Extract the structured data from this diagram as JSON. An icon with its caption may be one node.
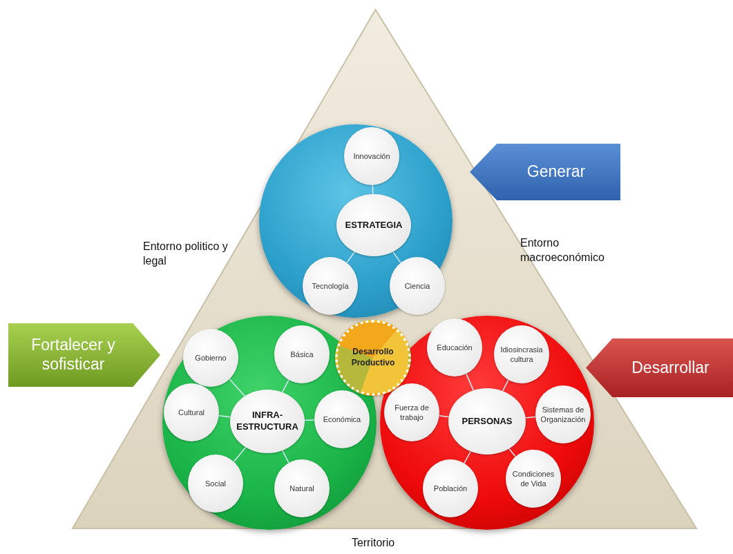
{
  "diagram": {
    "nodes": [
      {
        "text": [
          "Entorno politico y legal",
          "Entorno macroeconómico",
          "Territorio"
        ]
      },
      {
        "text": [],
        "shape": "circle",
        "in": 0
      },
      {
        "text": [
          "Innovación"
        ],
        "in": 1
      },
      {
        "text": [
          "ESTRATEGIA"
        ],
        "in": 1
      },
      {
        "text": [
          "Tecnología"
        ],
        "in": 1
      },
      {
        "text": [
          "Ciencia"
        ],
        "in": 1
      },
      {
        "text": [],
        "shape": "circle",
        "in": 0
      },
      {
        "text": [
          "Gobierno"
        ],
        "in": 6
      },
      {
        "text": [
          "Básica"
        ],
        "in": 6
      },
      {
        "text": [
          "Cultural"
        ],
        "in": 6
      },
      {
        "text": [
          "INFRA- ESTRUCTURA"
        ],
        "in": 6
      },
      {
        "text": [
          "Económica"
        ],
        "in": 6
      },
      {
        "text": [
          "Social"
        ],
        "in": 6
      },
      {
        "text": [
          "Natural"
        ],
        "in": 6
      },
      {
        "text": [
          "Desarrollo Productivo"
        ],
        "in": 0
      },
      {
        "text": [],
        "shape": "circle",
        "in": 0
      },
      {
        "text": [
          "Educación"
        ],
        "in": 15
      },
      {
        "text": [
          "Idiosincrasia cultura"
        ],
        "in": 15
      },
      {
        "text": [
          "Fuerza de trabajo"
        ],
        "in": 15
      },
      {
        "text": [
          "PERSONAS"
        ],
        "in": 15
      },
      {
        "text": [
          "Sistemas de Organización"
        ],
        "in": 15
      },
      {
        "text": [
          "Población"
        ],
        "in": 15
      },
      {
        "text": [
          "Condiciones de Vida"
        ],
        "in": 15
      },
      {
        "text": [
          "Generar"
        ]
      },
      {
        "text": [
          "Fortalecer y sofisticar"
        ]
      },
      {
        "text": [
          "Desarrollar"
        ]
      }
    ],
    "edges": [
      {
        "from": 3,
        "to": 2,
        "arrow": "none"
      },
      {
        "from": 3,
        "to": 4,
        "arrow": "none"
      },
      {
        "from": 3,
        "to": 5,
        "arrow": "none"
      },
      {
        "from": 10,
        "to": 7,
        "arrow": "none"
      },
      {
        "from": 10,
        "to": 8,
        "arrow": "none"
      },
      {
        "from": 10,
        "to": 9,
        "arrow": "none"
      },
      {
        "from": 10,
        "to": 11,
        "arrow": "none"
      },
      {
        "from": 10,
        "to": 12,
        "arrow": "none"
      },
      {
        "from": 10,
        "to": 13,
        "arrow": "none"
      },
      {
        "from": 19,
        "to": 16,
        "arrow": "none"
      },
      {
        "from": 19,
        "to": 17,
        "arrow": "none"
      },
      {
        "from": 19,
        "to": 18,
        "arrow": "none"
      },
      {
        "from": 19,
        "to": 20,
        "arrow": "none"
      },
      {
        "from": 19,
        "to": 21,
        "arrow": "none"
      },
      {
        "from": 19,
        "to": 22,
        "arrow": "none"
      }
    ]
  }
}
